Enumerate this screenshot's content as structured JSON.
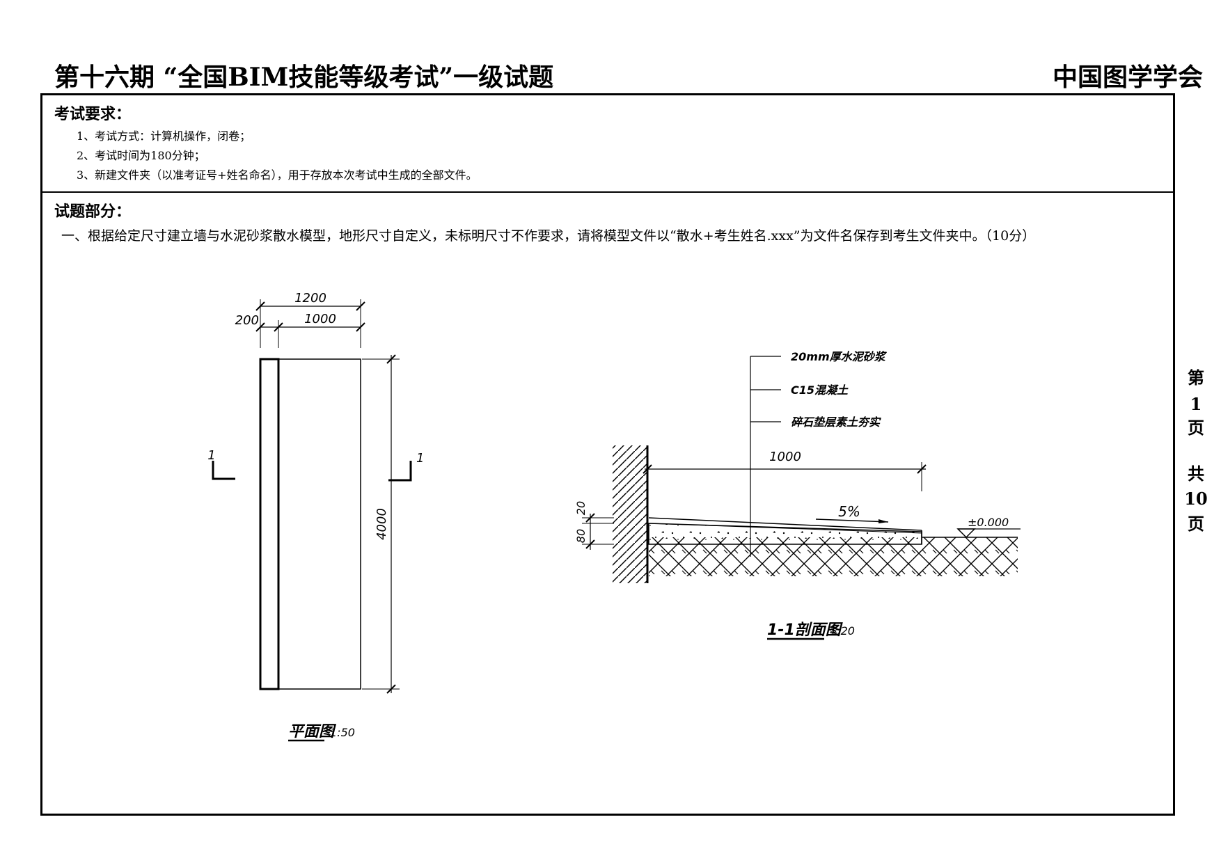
{
  "header": {
    "title": "第十六期 “全国BIM技能等级考试”一级试题",
    "organization": "中国图学学会"
  },
  "requirements": {
    "heading": "考试要求：",
    "items": [
      "1、考试方式：计算机操作，闭卷；",
      "2、考试时间为180分钟；",
      "3、新建文件夹（以准考证号+姓名命名），用于存放本次考试中生成的全部文件。"
    ]
  },
  "questions": {
    "heading": "试题部分：",
    "items": [
      "一、根据给定尺寸建立墙与水泥砂浆散水模型，地形尺寸自定义，未标明尺寸不作要求，请将模型文件以“散水+考生姓名.xxx”为文件名保存到考生文件夹中。（10分）"
    ]
  },
  "page_indicator": {
    "chars": [
      "第",
      "1",
      "页",
      "共",
      "10",
      "页"
    ]
  },
  "plan": {
    "dim_total": "1200",
    "dim_wall": "200",
    "dim_width": "1000",
    "dim_length": "4000",
    "section_mark": "1",
    "caption": "平面图",
    "scale": "1:50"
  },
  "section": {
    "layer_labels": [
      "20mm厚水泥砂浆",
      "C15混凝土",
      "碎石垫层素土夯实"
    ],
    "dim_width": "1000",
    "dim_top": "20",
    "dim_height": "80",
    "slope": "5%",
    "elevation": "±0.000",
    "caption": "1-1剖面图",
    "scale": "1:20"
  }
}
